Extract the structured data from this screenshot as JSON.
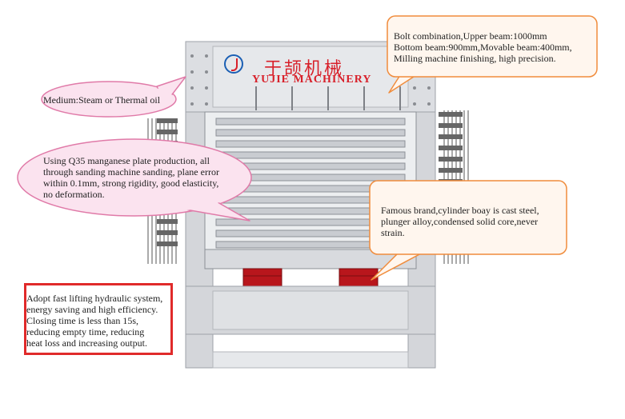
{
  "brand": {
    "name_cn": "于颉机械",
    "name_en": "YUJIE MACHINERY"
  },
  "callouts": {
    "bolt": {
      "lines": [
        "Bolt combination,Upper beam:1000mm",
        "Bottom beam:900mm,Movable beam:400mm,",
        "Milling machine finishing, high precision."
      ]
    },
    "medium": {
      "lines": [
        "Medium:Steam or Thermal oil"
      ]
    },
    "plate": {
      "lines": [
        "Using Q35 manganese plate production, all",
        "through sanding machine sanding, plane error",
        "within 0.1mm, strong rigidity, good elasticity,",
        "no deformation."
      ]
    },
    "cylinder": {
      "lines": [
        "Famous brand,cylinder boay is cast steel,",
        "plunger alloy,condensed solid core,never",
        "strain."
      ]
    },
    "hydraulic": {
      "lines": [
        "Adopt fast lifting hydraulic system,",
        "energy saving and high efficiency.",
        "Closing time is less than 15s,",
        "reducing empty time, reducing",
        "heat loss and increasing output."
      ]
    }
  },
  "colors": {
    "frame": "#d4d6da",
    "frame_dark": "#9ea2a8",
    "cylinder": "#b8161c",
    "bubble_pink_fill": "#fbe3ef",
    "bubble_pink_stroke": "#e07aa8",
    "bubble_orange_fill": "#fff6ee",
    "bubble_orange_stroke": "#f08c3c",
    "red_box": "#e02a2a",
    "brand_red": "#d8202a"
  }
}
